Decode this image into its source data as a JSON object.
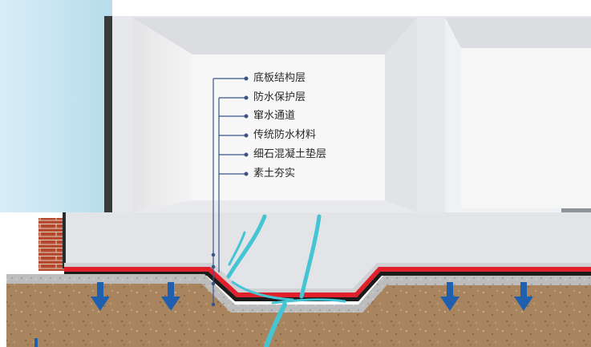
{
  "layers": [
    {
      "id": "base-slab",
      "label": "底板结构层"
    },
    {
      "id": "protective",
      "label": "防水保护层"
    },
    {
      "id": "seepage-channel",
      "label": "窜水通道"
    },
    {
      "id": "traditional-membrane",
      "label": "传统防水材料"
    },
    {
      "id": "fine-concrete-cushion",
      "label": "细石混凝土垫层"
    },
    {
      "id": "compacted-soil",
      "label": "素土夯实"
    }
  ],
  "colors": {
    "concrete": "#e9ecef",
    "room_wall": "#d6d8dd",
    "soil": "#a8855f",
    "membrane_red": "#e0202a",
    "membrane_black": "#1b1b1b",
    "water": "#45c4d4",
    "arrow": "#1f5fae",
    "leader": "#3a5688",
    "brick": "#b4492e"
  },
  "arrows": [
    {
      "name": "downward-arrow-1-icon",
      "direction": "down"
    },
    {
      "name": "downward-arrow-2-icon",
      "direction": "down"
    },
    {
      "name": "downward-arrow-3-icon",
      "direction": "down"
    },
    {
      "name": "downward-arrow-4-icon",
      "direction": "down"
    }
  ]
}
